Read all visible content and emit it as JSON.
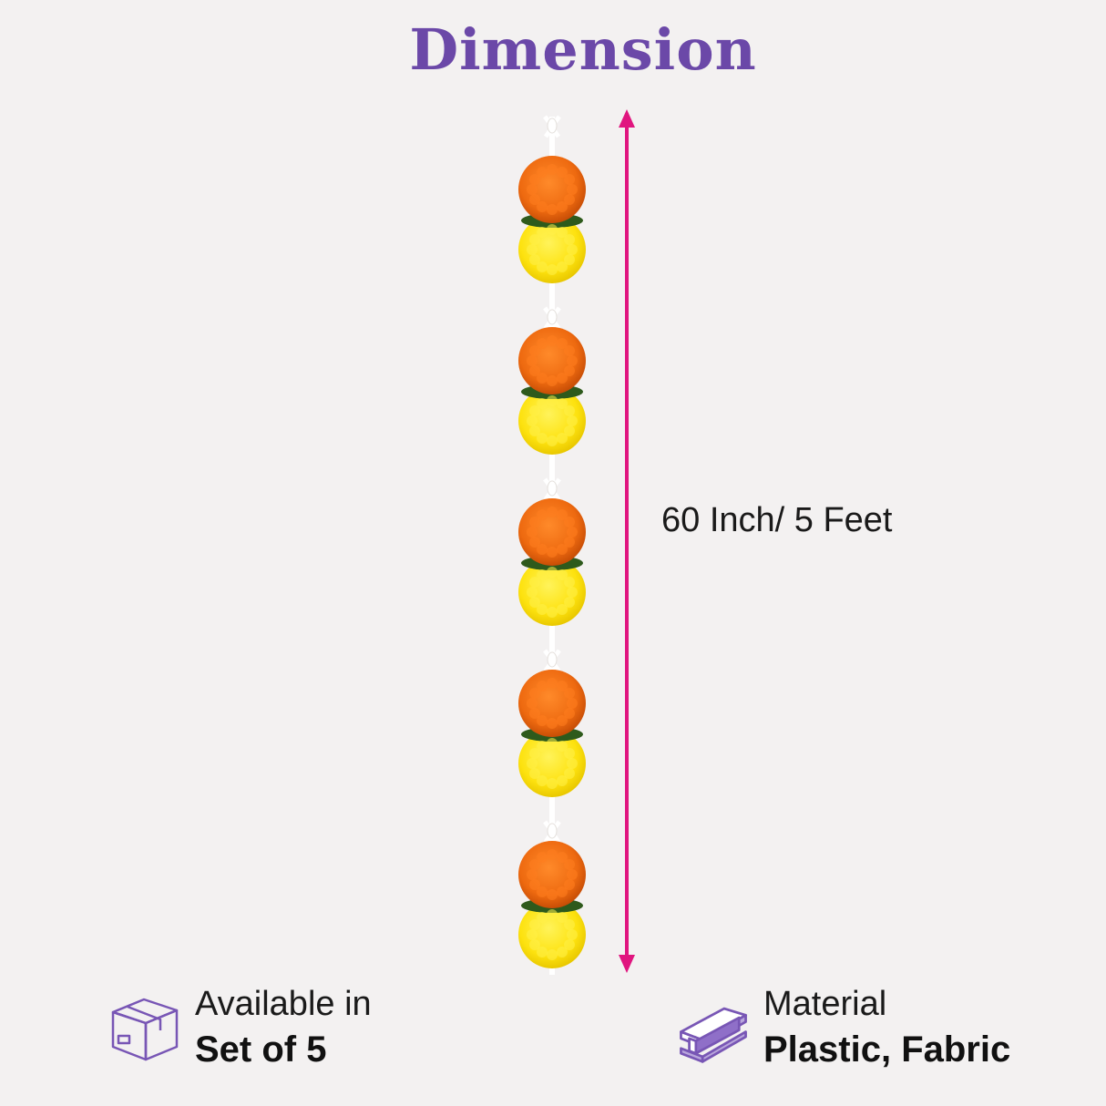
{
  "title": "Dimension",
  "dimension": {
    "label": "60 Inch/ 5 Feet"
  },
  "availability": {
    "heading": "Available in",
    "value": "Set of 5",
    "icon": "box-icon"
  },
  "material": {
    "heading": "Material",
    "value": "Plastic, Fabric",
    "icon": "beam-icon"
  },
  "garland": {
    "icon": "marigold-garland",
    "flower_pairs": 5
  },
  "colors": {
    "title": "#6b48a8",
    "arrow": "#e0157f",
    "orange_flower": "#ee6a10",
    "yellow_flower": "#fde20f",
    "icon_purple": "#7856b5"
  }
}
